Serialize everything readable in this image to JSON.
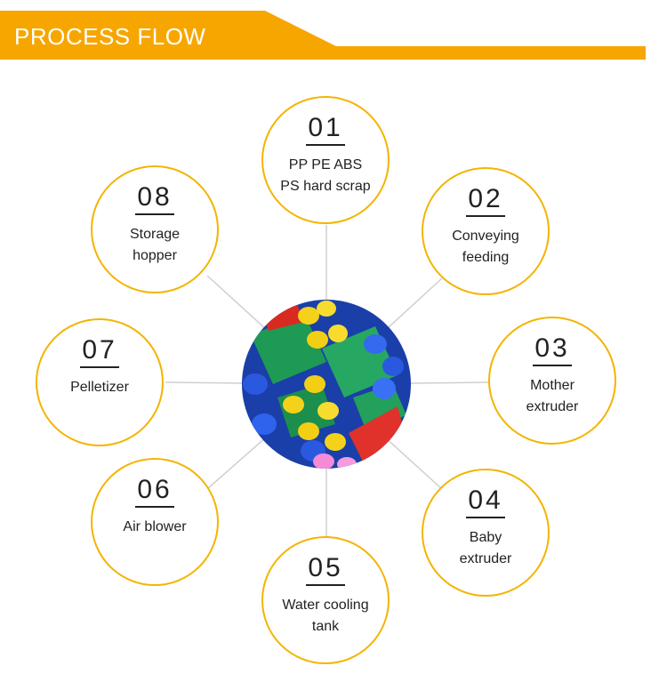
{
  "header": {
    "title": "PROCESS FLOW"
  },
  "colors": {
    "accent": "#f4b400",
    "banner": "#f7a600",
    "line": "#cfcfcf"
  },
  "center_image": {
    "name": "colorful-plastic-pellets-image"
  },
  "steps": [
    {
      "num": "01",
      "label": "PP PE ABS\nPS hard scrap"
    },
    {
      "num": "02",
      "label": "Conveying\nfeeding"
    },
    {
      "num": "03",
      "label": "Mother\nextruder"
    },
    {
      "num": "04",
      "label": "Baby\nextruder"
    },
    {
      "num": "05",
      "label": "Water cooling\ntank"
    },
    {
      "num": "06",
      "label": "Air blower"
    },
    {
      "num": "07",
      "label": "Pelletizer"
    },
    {
      "num": "08",
      "label": "Storage\nhopper"
    }
  ]
}
